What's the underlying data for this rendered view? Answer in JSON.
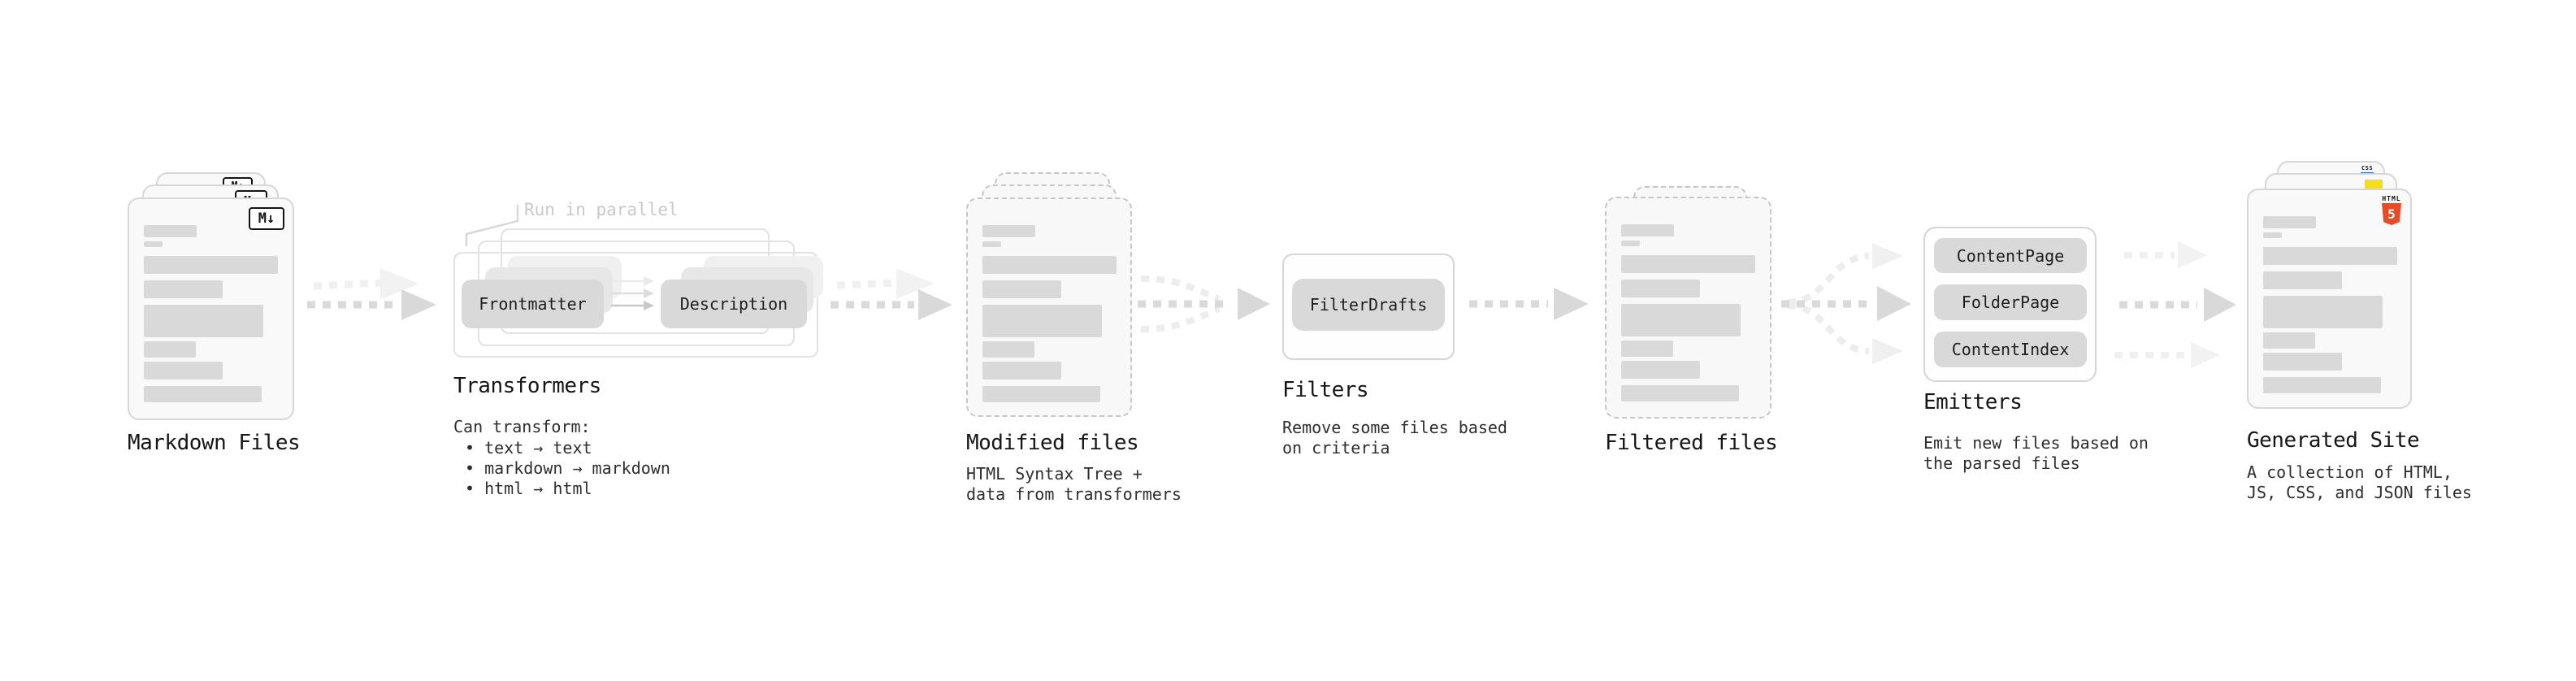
{
  "diagram": {
    "stages": {
      "markdown_files": {
        "label": "Markdown Files",
        "badge": "M↓"
      },
      "transformers": {
        "title": "Transformers",
        "annotation": "Run in parallel",
        "node_frontmatter": "Frontmatter",
        "node_description": "Description",
        "desc_heading": "Can transform:",
        "bullets": [
          "• text → text",
          "• markdown → markdown",
          "• html → html"
        ]
      },
      "modified_files": {
        "label": "Modified files",
        "desc_line1": "HTML Syntax Tree +",
        "desc_line2": "data from transformers"
      },
      "filters": {
        "title": "Filters",
        "node": "FilterDrafts",
        "desc_line1": "Remove some files based",
        "desc_line2": "on criteria"
      },
      "filtered_files": {
        "label": "Filtered files"
      },
      "emitters": {
        "title": "Emitters",
        "nodes": [
          "ContentPage",
          "FolderPage",
          "ContentIndex"
        ],
        "desc_line1": "Emit new files based on",
        "desc_line2": "the parsed files"
      },
      "generated_site": {
        "label": "Generated Site",
        "desc_line1": "A collection of HTML,",
        "desc_line2": "JS, CSS, and JSON files",
        "badge_html_label": "HTML",
        "badge_html_number": "5",
        "badge_css_label": "CSS"
      }
    },
    "colors": {
      "html5_orange": "#e44d26",
      "js_yellow": "#f5de19",
      "css_blue": "#2862e9",
      "arrow_dark": "#d9d9d9",
      "arrow_faint": "#f0f0f0"
    }
  }
}
